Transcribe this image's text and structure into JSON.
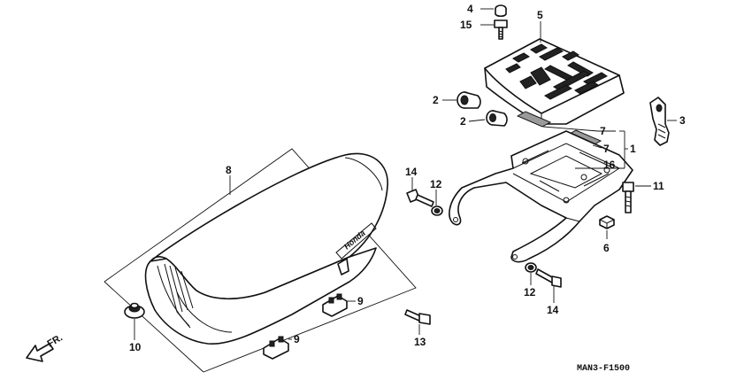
{
  "diagram": {
    "code": "MAN3-F1500",
    "direction": "FR.",
    "seat_logo": "Honda",
    "callouts": [
      {
        "id": "c1",
        "label": "1"
      },
      {
        "id": "c2a",
        "label": "2"
      },
      {
        "id": "c2b",
        "label": "2"
      },
      {
        "id": "c3",
        "label": "3"
      },
      {
        "id": "c4",
        "label": "4"
      },
      {
        "id": "c5",
        "label": "5"
      },
      {
        "id": "c6",
        "label": "6"
      },
      {
        "id": "c7a",
        "label": "7"
      },
      {
        "id": "c7b",
        "label": "7"
      },
      {
        "id": "c8",
        "label": "8"
      },
      {
        "id": "c9a",
        "label": "9"
      },
      {
        "id": "c9b",
        "label": "9"
      },
      {
        "id": "c10",
        "label": "10"
      },
      {
        "id": "c11",
        "label": "11"
      },
      {
        "id": "c12a",
        "label": "12"
      },
      {
        "id": "c12b",
        "label": "12"
      },
      {
        "id": "c13",
        "label": "13"
      },
      {
        "id": "c14a",
        "label": "14"
      },
      {
        "id": "c14b",
        "label": "14"
      },
      {
        "id": "c15",
        "label": "15"
      },
      {
        "id": "c16",
        "label": "16"
      }
    ]
  }
}
